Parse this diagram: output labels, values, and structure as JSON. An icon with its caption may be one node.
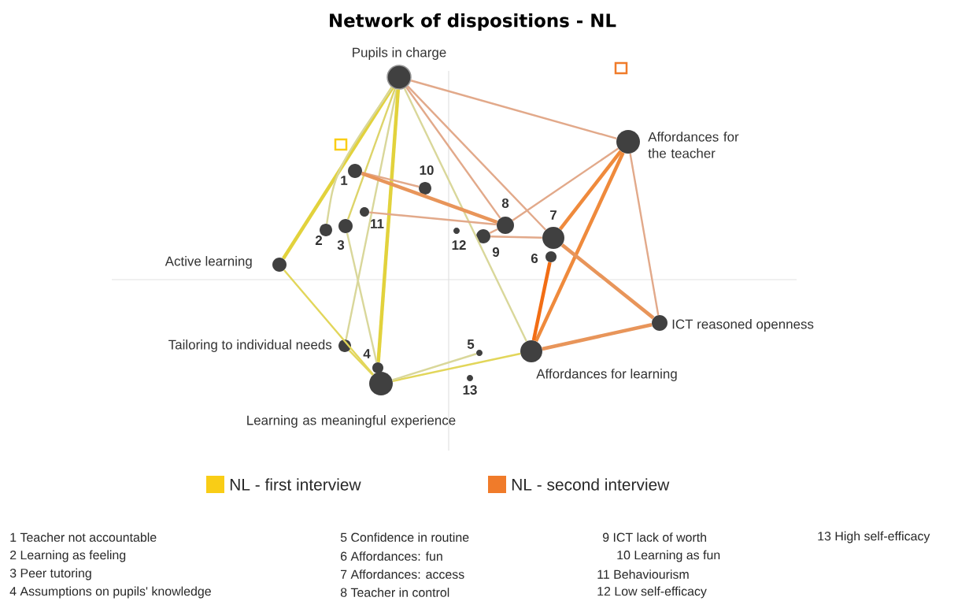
{
  "diagram": {
    "title": "Network of dispositions - NL",
    "nodes": [
      {
        "text": [
          "Pupils in charge"
        ]
      },
      {
        "text": [
          "Affordances for the teacher"
        ]
      },
      {
        "text": [
          "1"
        ]
      },
      {
        "text": [
          "10"
        ]
      },
      {
        "text": [
          "11"
        ]
      },
      {
        "text": [
          "2"
        ]
      },
      {
        "text": [
          "3"
        ]
      },
      {
        "text": [
          "8"
        ]
      },
      {
        "text": [
          "7"
        ]
      },
      {
        "text": [
          "12"
        ]
      },
      {
        "text": [
          "9"
        ]
      },
      {
        "text": [
          "6"
        ]
      },
      {
        "text": [
          "Active learning"
        ]
      },
      {
        "text": [
          "ICT reasoned openness"
        ]
      },
      {
        "text": [
          "Tailoring to individual needs"
        ]
      },
      {
        "text": [
          "4"
        ]
      },
      {
        "text": [
          "5"
        ]
      },
      {
        "text": [
          "Affordances for learning"
        ]
      },
      {
        "text": [
          "13"
        ]
      },
      {
        "text": [
          "Learning as meaningful experience"
        ]
      }
    ],
    "edges": [
      {
        "from": 0,
        "to": 12,
        "arrow": "none",
        "style": "thick",
        "color": "#e2d23c"
      },
      {
        "from": 0,
        "to": 5,
        "arrow": "none",
        "color": "#d9d79a"
      },
      {
        "from": 0,
        "to": 6,
        "arrow": "none",
        "color": "#ddd46a"
      },
      {
        "from": 0,
        "to": 14,
        "arrow": "none",
        "color": "#d9d79a"
      },
      {
        "from": 0,
        "to": 15,
        "arrow": "none",
        "style": "thick",
        "color": "#e2d23c"
      },
      {
        "from": 6,
        "to": 15,
        "arrow": "none",
        "color": "#d9d79a"
      },
      {
        "from": 0,
        "to": 17,
        "arrow": "none",
        "color": "#d9d79a"
      },
      {
        "from": 12,
        "to": 19,
        "arrow": "none",
        "color": "#e2d65a"
      },
      {
        "from": 14,
        "to": 19,
        "arrow": "none",
        "color": "#e2d65a"
      },
      {
        "from": 19,
        "to": 17,
        "arrow": "none",
        "color": "#e2d65a"
      },
      {
        "from": 19,
        "to": 16,
        "arrow": "none",
        "color": "#d9d79a"
      },
      {
        "from": 0,
        "to": 1,
        "arrow": "none"
      },
      {
        "from": 0,
        "to": 8,
        "arrow": "none"
      },
      {
        "from": 0,
        "to": 7,
        "arrow": "none"
      },
      {
        "from": 2,
        "to": 3,
        "arrow": "none"
      },
      {
        "from": 2,
        "to": 7,
        "arrow": "none",
        "style": "thick",
        "color": "#e8955a"
      },
      {
        "from": 4,
        "to": 7,
        "arrow": "none"
      },
      {
        "from": 10,
        "to": 7,
        "arrow": "none"
      },
      {
        "from": 10,
        "to": 8,
        "arrow": "none"
      },
      {
        "from": 1,
        "to": 7,
        "arrow": "none"
      },
      {
        "from": 1,
        "to": 8,
        "arrow": "none",
        "style": "thick",
        "color": "#ef8a3c"
      },
      {
        "from": 1,
        "to": 17,
        "arrow": "none",
        "style": "thick",
        "color": "#ef8a3c"
      },
      {
        "from": 1,
        "to": 13,
        "arrow": "none"
      },
      {
        "from": 8,
        "to": 13,
        "arrow": "none",
        "style": "thick",
        "color": "#e8955a"
      },
      {
        "from": 17,
        "to": 13,
        "arrow": "none",
        "style": "thick",
        "color": "#e8955a"
      },
      {
        "from": 11,
        "to": 17,
        "arrow": "none",
        "style": "thick",
        "color": "#f26d14"
      }
    ],
    "labels": [
      "1 Teacher not accountable",
      "5 Confidence in routine",
      "9 ICT lack of worth",
      "13 High self-efficacy",
      "2 Learning as feeling",
      "6 Affordances: fun",
      "10 Learning as fun",
      "3 Peer tutoring",
      "7 Affordances: access",
      "11 Behaviourism",
      "4 Assumptions on pupils' knowledge",
      "8 Teacher in control",
      "12 Low self-efficacy"
    ],
    "legend": [
      {
        "text": "NL - first interview",
        "color": "#f9cd16"
      },
      {
        "text": "NL - second interview",
        "color": "#f07b2a"
      }
    ]
  }
}
